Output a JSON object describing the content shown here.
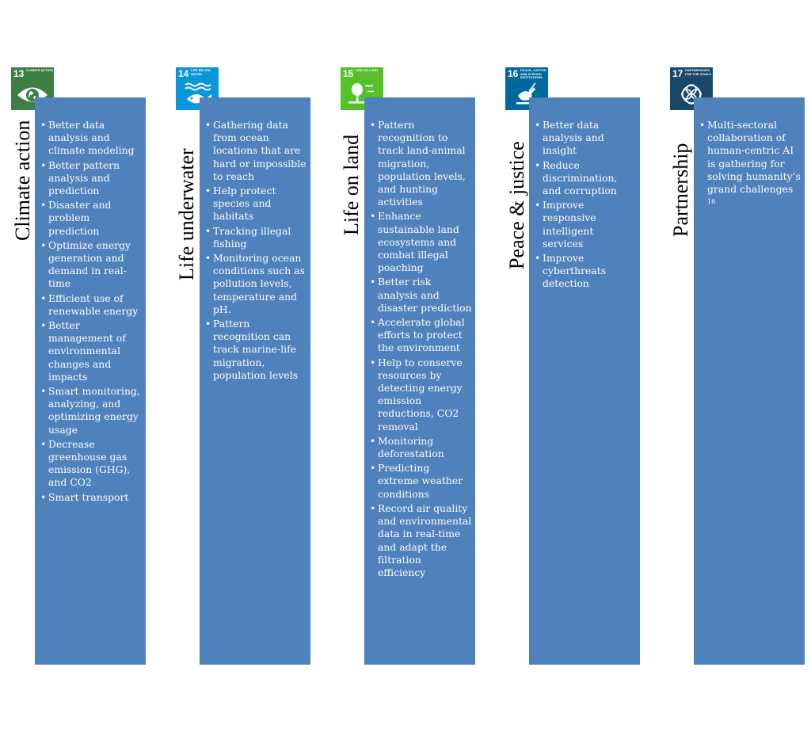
{
  "goals": [
    {
      "number": "13",
      "icon_caption": "Climate Action",
      "icon_color": "#3f7e44",
      "icon": "eye-globe-icon",
      "title": "Climate action",
      "items": [
        "Better data analysis and climate modeling",
        "Better pattern analysis and prediction",
        "Disaster and problem prediction",
        "Optimize energy generation and demand in real-time",
        "Efficient use of renewable energy",
        "Better management of environmental changes and impacts",
        "Smart monitoring, analyzing, and optimizing energy usage",
        "Decrease greenhouse gas emission (GHG), and CO2",
        "Smart transport"
      ]
    },
    {
      "number": "14",
      "icon_caption": "Life Below Water",
      "icon_color": "#0a97d9",
      "icon": "fish-waves-icon",
      "title": "Life underwater",
      "items": [
        "Gathering data from ocean locations that are hard or impossible to reach",
        "Help protect species and habitats",
        "Tracking illegal fishing",
        "Monitoring ocean conditions such as pollution levels, temperature and pH.",
        "Pattern recognition can track marine-life migration, population levels"
      ]
    },
    {
      "number": "15",
      "icon_caption": "Life On Land",
      "icon_color": "#56c02b",
      "icon": "tree-birds-icon",
      "title": "Life on land",
      "items": [
        "Pattern recognition to track land-animal migration, population levels, and hunting activities",
        "Enhance sustainable land ecosystems and combat illegal poaching",
        "Better risk analysis and disaster prediction",
        "Accelerate global efforts to protect the environment",
        "Help to conserve resources by detecting energy emission reductions, CO2 removal",
        "Monitoring deforestation",
        "Predicting extreme weather conditions",
        "Record air quality and environmental data in real-time and adapt the filtration efficiency"
      ]
    },
    {
      "number": "16",
      "icon_caption": "Peace, Justice and Strong Institutions",
      "icon_color": "#00689d",
      "icon": "dove-gavel-icon",
      "title": "Peace & justice",
      "items": [
        "Better data analysis and insight",
        "Reduce discrimination, and corruption",
        "Improve responsive intelligent services",
        "Improve cyberthreats detection"
      ]
    },
    {
      "number": "17",
      "icon_caption": "Partnerships for the Goals",
      "icon_color": "#19486a",
      "icon": "interlocking-rings-icon",
      "title": "Partnership",
      "items": [
        "Multi-sectoral collaboration of human-centric AI is gathering for solving humanity’s grand challenges"
      ],
      "footnote": "16"
    }
  ]
}
